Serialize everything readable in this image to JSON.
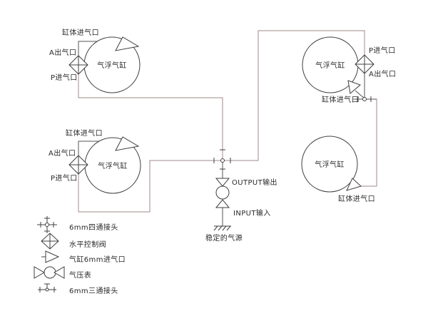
{
  "cylinders": [
    {
      "position": "top-left",
      "label": "气浮气缸",
      "body_inlet": "缸体进气口",
      "a_outlet": "A出气口",
      "p_inlet": "P进气口"
    },
    {
      "position": "bottom-left",
      "label": "气浮气缸",
      "body_inlet": "缸体进气口",
      "a_outlet": "A出气口",
      "p_inlet": "P进气口"
    },
    {
      "position": "top-right",
      "label": "气浮气缸",
      "p_inlet": "P进气口",
      "a_outlet": "A出气口",
      "body_inlet": "缸体进气口"
    },
    {
      "position": "bottom-right",
      "label": "气浮气缸",
      "body_inlet": "缸体进气口"
    }
  ],
  "source": {
    "output_label": "OUTPUT输出",
    "input_label": "INPUT输入",
    "source_label": "稳定的气源"
  },
  "legend": {
    "items": [
      {
        "icon": "four-way-connector-icon",
        "label": "6mm四通接头"
      },
      {
        "icon": "level-control-valve-icon",
        "label": "水平控制阀"
      },
      {
        "icon": "cylinder-inlet-icon",
        "label": "气缸6mm进气口"
      },
      {
        "icon": "pressure-gauge-icon",
        "label": "气压表"
      },
      {
        "icon": "tee-connector-icon",
        "label": "6mm三通接头"
      }
    ]
  },
  "colors": {
    "pipe": "#a18a8a",
    "symbol": "#404040",
    "text": "#2a2a2a",
    "background": "#ffffff"
  }
}
